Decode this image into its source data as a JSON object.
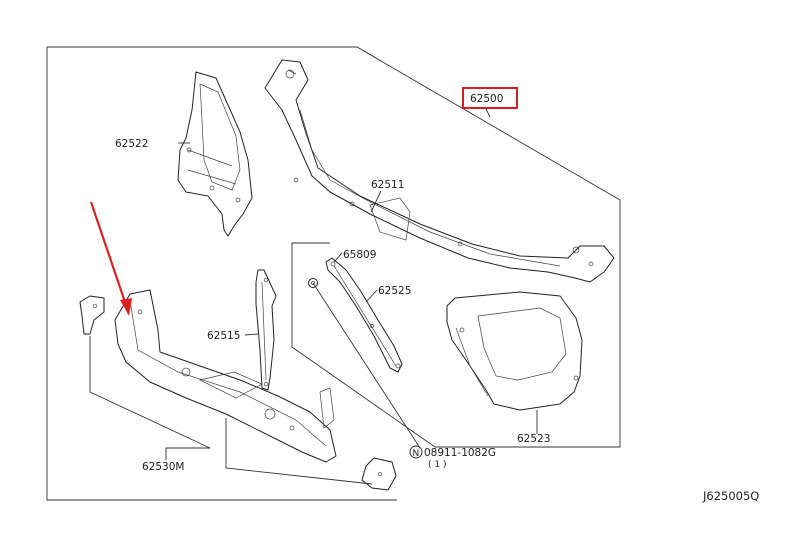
{
  "diagram": {
    "highlight_color": "#d42020",
    "arrow_color": "#e02020",
    "labels": {
      "assembly": "62500",
      "radiator_side_left": "62522",
      "upper_support": "62511",
      "stay_upper": "65809",
      "stay_side": "62525",
      "center_stay": "62515",
      "lower_support": "62530M",
      "radiator_side_right": "62523",
      "bolt_code": "08911-1082G",
      "bolt_qty": "( 1 )",
      "bolt_symbol": "N",
      "drawing_id": "J625005Q"
    }
  }
}
